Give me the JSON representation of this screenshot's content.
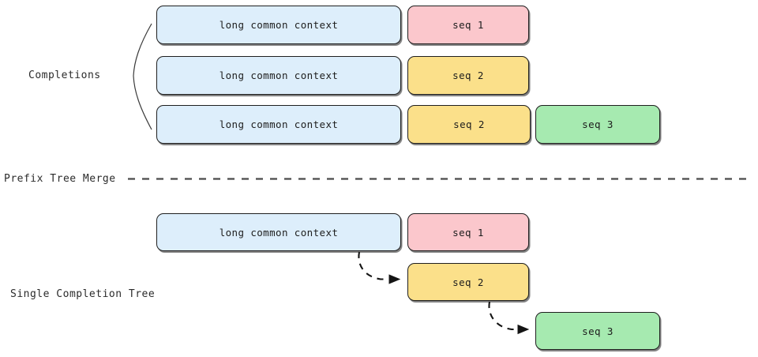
{
  "diagram": {
    "title_hidden": "",
    "colors": {
      "context_fill": "#ddeefb",
      "seq1_fill": "#fbc7cc",
      "seq2_fill": "#fbe08a",
      "seq3_fill": "#a6eab0",
      "stroke": "#1f1f1f",
      "text": "#1d1d1d",
      "divider": "#4a4a4a",
      "background": "#ffffff"
    },
    "sections": {
      "top": {
        "label": "Completions",
        "rows": [
          {
            "row_id": "completion-row-1",
            "boxes": [
              {
                "text": "long common context",
                "kind": "context"
              },
              {
                "text": "seq 1",
                "kind": "seq1"
              }
            ]
          },
          {
            "row_id": "completion-row-2",
            "boxes": [
              {
                "text": "long common context",
                "kind": "context"
              },
              {
                "text": "seq 2",
                "kind": "seq2"
              }
            ]
          },
          {
            "row_id": "completion-row-3",
            "boxes": [
              {
                "text": "long common context",
                "kind": "context"
              },
              {
                "text": "seq 2",
                "kind": "seq2"
              },
              {
                "text": "seq 3",
                "kind": "seq3"
              }
            ]
          }
        ]
      },
      "divider": {
        "label": "Prefix Tree Merge",
        "style": "dashed"
      },
      "bottom": {
        "label": "Single Completion Tree",
        "nodes": [
          {
            "node_id": "tree-node-context",
            "text": "long common context",
            "kind": "context"
          },
          {
            "node_id": "tree-node-seq1",
            "text": "seq 1",
            "kind": "seq1"
          },
          {
            "node_id": "tree-node-seq2",
            "text": "seq 2",
            "kind": "seq2"
          },
          {
            "node_id": "tree-node-seq3",
            "text": "seq 3",
            "kind": "seq3"
          }
        ],
        "edges": [
          {
            "edge_id": "edge-context-to-seq2",
            "from": "tree-node-context",
            "to": "tree-node-seq2",
            "style": "dashed-arrow"
          },
          {
            "edge_id": "edge-seq2-to-seq3",
            "from": "tree-node-seq2",
            "to": "tree-node-seq3",
            "style": "dashed-arrow"
          }
        ]
      }
    }
  }
}
